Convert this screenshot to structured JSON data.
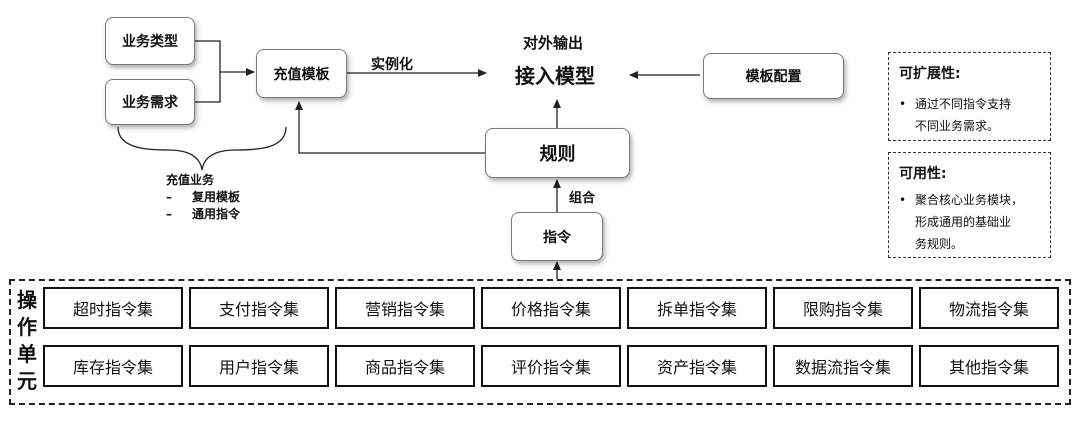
{
  "nodes": {
    "business_type": "业务类型",
    "business_req": "业务需求",
    "recharge_template": "充值模板",
    "instantiate": "实例化",
    "output_title": "对外输出",
    "access_model": "接入模型",
    "template_config": "模板配置",
    "rules": "规则",
    "combine": "组合",
    "instruction": "指令"
  },
  "recharge_business": {
    "title": "充值业务",
    "items": [
      {
        "dash": "–",
        "text": "复用模板"
      },
      {
        "dash": "–",
        "text": "通用指令"
      }
    ]
  },
  "panels": {
    "extensibility": {
      "title": "可扩展性:",
      "bullet": "•",
      "line1": "通过不同指令支持",
      "line2": "不同业务需求。"
    },
    "usability": {
      "title": "可用性:",
      "bullet": "•",
      "line1": "聚合核心业务模块，",
      "line2": "形成通用的基础业",
      "line3": "务规则。"
    }
  },
  "op_unit": {
    "label": [
      "操",
      "作",
      "单",
      "元"
    ],
    "cells": [
      "超时指令集",
      "支付指令集",
      "营销指令集",
      "价格指令集",
      "拆单指令集",
      "限购指令集",
      "物流指令集",
      "库存指令集",
      "用户指令集",
      "商品指令集",
      "评价指令集",
      "资产指令集",
      "数据流指令集",
      "其他指令集"
    ]
  }
}
